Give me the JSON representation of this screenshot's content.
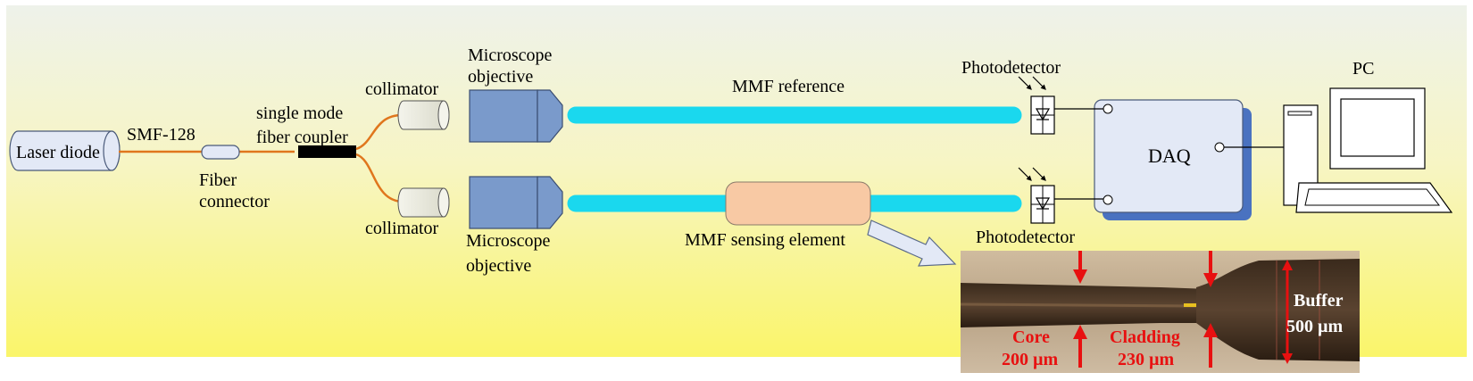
{
  "labels": {
    "laser_diode": "Laser diode",
    "smf": "SMF-128",
    "fiber_connector_1": "Fiber",
    "fiber_connector_2": "connector",
    "coupler_1": "single mode",
    "coupler_2": "fiber coupler",
    "collimator_top": "collimator",
    "collimator_bottom": "collimator",
    "microscope_top_1": "Microscope",
    "microscope_top_2": "objective",
    "microscope_bottom_1": "Microscope",
    "microscope_bottom_2": "objective",
    "mmf_reference": "MMF reference",
    "mmf_sensing": "MMF sensing element",
    "photodetector_top": "Photodetector",
    "photodetector_bottom": "Photodetector",
    "daq": "DAQ",
    "pc": "PC"
  },
  "inset": {
    "core_1": "Core",
    "core_2": "200 µm",
    "cladding_1": "Cladding",
    "cladding_2": "230 µm",
    "buffer_1": "Buffer",
    "buffer_2": "500 µm"
  },
  "colors": {
    "background_top": "#eef2ea",
    "background_bottom": "#faf56a",
    "fiber_orange": "#e0761d",
    "mmf_cyan": "#1ad8ee",
    "objective_blue": "#7a9acb",
    "sensing_peach": "#f8c9a4",
    "daq_face": "#e3e9f6",
    "daq_shadow": "#4a72c0",
    "red_arrow": "#e81010"
  }
}
